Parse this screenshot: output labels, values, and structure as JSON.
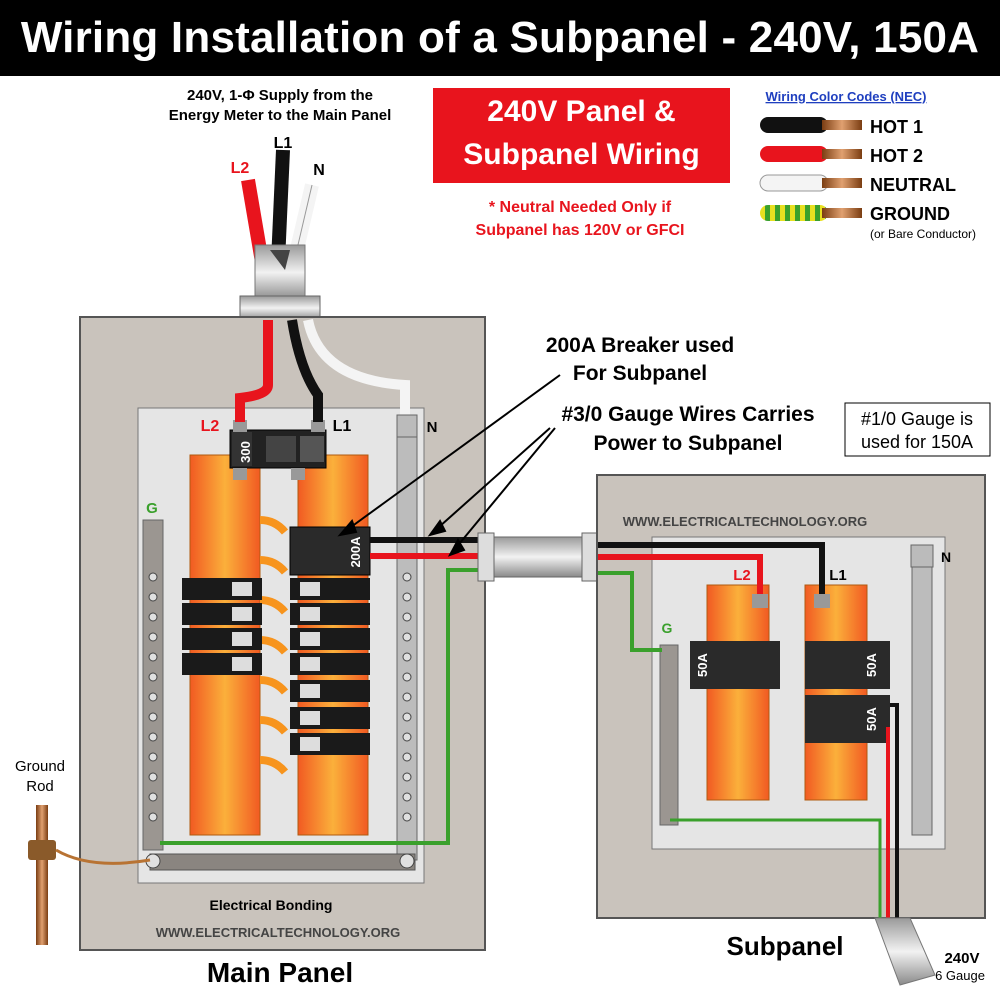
{
  "title": "Wiring Installation of a Subpanel - 240V, 150A",
  "supply": {
    "line1": "240V, 1-Φ Supply from the",
    "line2": "Energy Meter to the Main Panel",
    "l1": "L1",
    "l2": "L2",
    "n": "N"
  },
  "header": {
    "line1": "240V Panel &",
    "line2": "Subpanel Wiring",
    "note1": "* Neutral Needed Only if",
    "note2": "Subpanel has 120V or GFCI"
  },
  "legend": {
    "title": "Wiring Color Codes (NEC)",
    "items": [
      {
        "label": "HOT 1",
        "color": "#111111"
      },
      {
        "label": "HOT 2",
        "color": "#e8141d"
      },
      {
        "label": "NEUTRAL",
        "color": "#f4f4f4"
      },
      {
        "label": "GROUND",
        "color": "#3aa02c"
      }
    ],
    "ground_sub": "(or Bare Conductor)"
  },
  "annotations": {
    "breaker1": "200A Breaker used",
    "breaker2": "For Subpanel",
    "gauge1": "#3/0 Gauge Wires Carries",
    "gauge2": "Power to Subpanel",
    "note1": "#1/0 Gauge is",
    "note2": "used for 150A"
  },
  "main_panel": {
    "label": "Main Panel",
    "main_breaker": "300",
    "sub_breaker": "200A",
    "l2": "L2",
    "l1": "L1",
    "n": "N",
    "g": "G",
    "bonding": "Electrical Bonding",
    "website": "WWW.ELECTRICALTECHNOLOGY.ORG"
  },
  "ground_rod": {
    "line1": "Ground",
    "line2": "Rod"
  },
  "subpanel": {
    "label": "Subpanel",
    "website": "WWW.ELECTRICALTECHNOLOGY.ORG",
    "l2": "L2",
    "l1": "L1",
    "n": "N",
    "g": "G",
    "breaker_left": "50A",
    "breaker_right1": "50A",
    "breaker_right2": "50A"
  },
  "output": {
    "line1": "240V",
    "line2": "6 Gauge"
  },
  "colors": {
    "hot1": "#111111",
    "hot2": "#e8141d",
    "neutral": "#f4f4f4",
    "ground": "#3aa02c",
    "panel": "#c9c3bc",
    "bus": "#f7941d"
  }
}
